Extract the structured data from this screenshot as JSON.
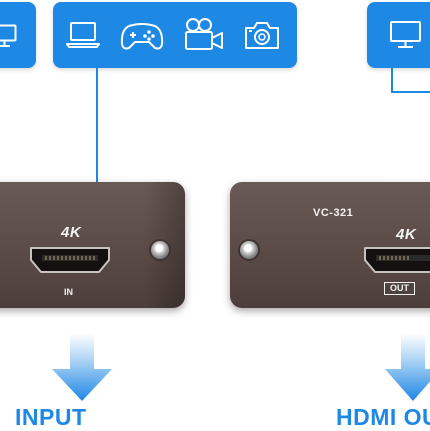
{
  "devices": {
    "left": {
      "badge": "4K",
      "port_label": "IN"
    },
    "right": {
      "model": "VC-321",
      "badge": "4K",
      "port_label": "OUT"
    }
  },
  "captions": {
    "input": "INPUT",
    "output": "HDMI OU"
  },
  "source_icons": [
    "laptop-icon",
    "gamepad-icon",
    "video-camera-icon",
    "camera-icon"
  ],
  "display_icons": [
    "monitor-icon",
    "monitor-icon"
  ],
  "colors": {
    "accent": "#1e88e5",
    "device_body": "#5a4a46",
    "connector_line": "#1e88e5",
    "white": "#ffffff"
  }
}
